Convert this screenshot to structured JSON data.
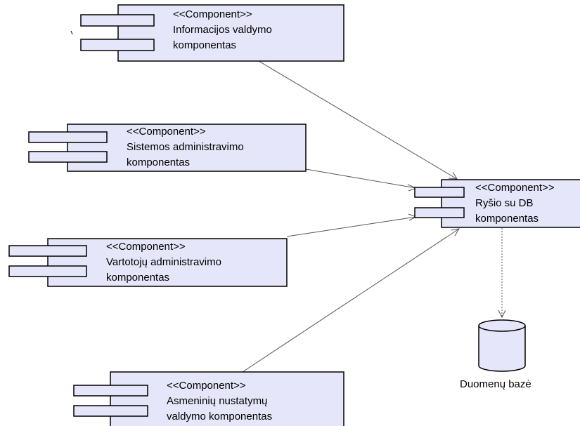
{
  "components": [
    {
      "id": "info",
      "stereotype": "<<Component>>",
      "name_line1": "Informacijos valdymo",
      "name_line2": "komponentas"
    },
    {
      "id": "sys",
      "stereotype": "<<Component>>",
      "name_line1": "Sistemos administravimo",
      "name_line2": "komponentas"
    },
    {
      "id": "users",
      "stereotype": "<<Component>>",
      "name_line1": "Vartotojų administravimo",
      "name_line2": "komponentas"
    },
    {
      "id": "personal",
      "stereotype": "<<Component>>",
      "name_line1": "Asmeninių nustatymų",
      "name_line2": "valdymo komponentas"
    },
    {
      "id": "db",
      "stereotype": "<<Component>>",
      "name_line1": "Ryšio su DB",
      "name_line2": "komponentas"
    }
  ],
  "database": {
    "label": "Duomenų bazė"
  },
  "colors": {
    "component_fill": "#e6e6fa",
    "stroke": "#000000",
    "connector": "#555555"
  },
  "connectors": [
    {
      "from": "info",
      "to": "db",
      "style": "solid-arrow"
    },
    {
      "from": "sys",
      "to": "db",
      "style": "solid-arrow"
    },
    {
      "from": "users",
      "to": "db",
      "style": "solid-arrow"
    },
    {
      "from": "personal",
      "to": "db",
      "style": "solid-arrow"
    },
    {
      "from": "db",
      "to": "database",
      "style": "dashed-arrow"
    }
  ]
}
